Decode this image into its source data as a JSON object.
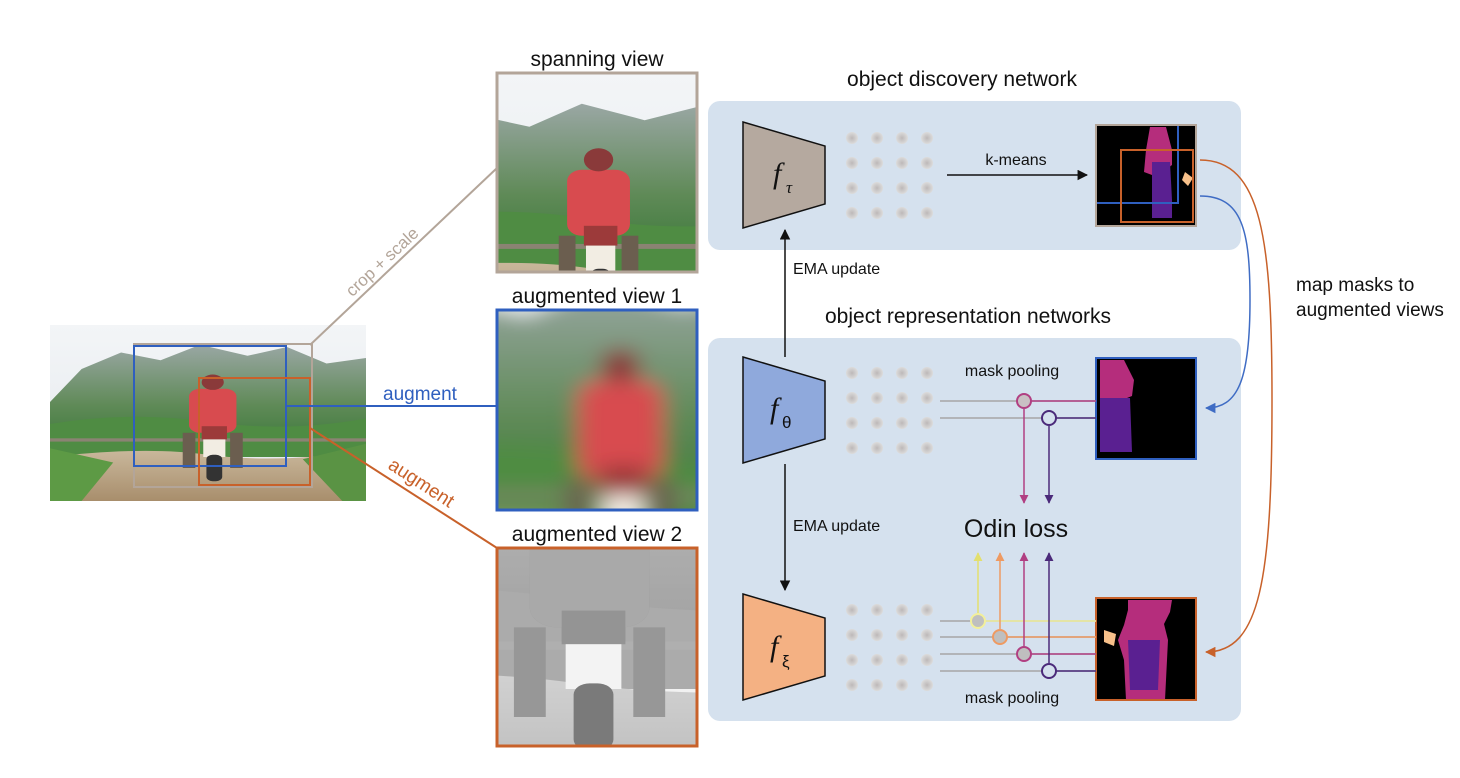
{
  "labels": {
    "spanning_view": "spanning view",
    "augmented_view_1": "augmented view 1",
    "augmented_view_2": "augmented view 2",
    "crop_scale": "crop + scale",
    "augment_blue": "augment",
    "augment_orange": "augment",
    "object_discovery_network": "object discovery network",
    "object_representation_networks": "object representation networks",
    "k_means": "k-means",
    "ema_update_top": "EMA update",
    "ema_update_bottom": "EMA update",
    "mask_pooling_top": "mask pooling",
    "mask_pooling_bottom": "mask pooling",
    "odin_loss": "Odin loss",
    "map_masks_line1": "map masks to",
    "map_masks_line2": "augmented views"
  },
  "networks": {
    "tau": {
      "symbol": "f",
      "subscript": "τ",
      "color": "#b5a99f"
    },
    "theta": {
      "symbol": "f",
      "subscript": "θ",
      "color": "#8fa9dc"
    },
    "xi": {
      "symbol": "f",
      "subscript": "ξ",
      "color": "#f4b183"
    }
  },
  "colors": {
    "panel_bg": "#d5e1ee",
    "spanning_border": "#b3a599",
    "view1_border": "#2f5fbf",
    "view2_border": "#c8612a",
    "pool_yellow": "#f2ef9a",
    "pool_orange": "#ee9a62",
    "pool_magenta": "#b13f82",
    "pool_purple": "#4b2a7a",
    "mask_pink": "#b52d7c",
    "mask_purple": "#5a2091"
  }
}
